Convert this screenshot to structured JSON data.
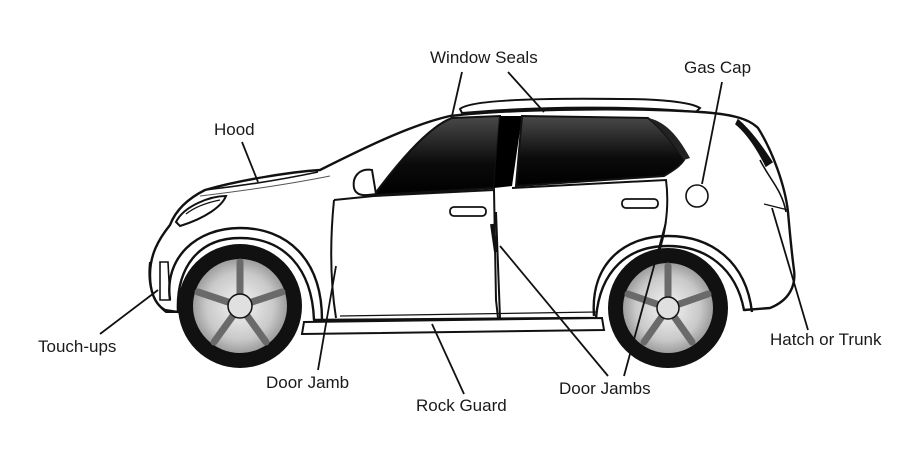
{
  "diagram": {
    "labels": {
      "window_seals": "Window Seals",
      "gas_cap": "Gas Cap",
      "hood": "Hood",
      "touch_ups": "Touch-ups",
      "hatch_or_trunk": "Hatch or Trunk",
      "door_jamb": "Door Jamb",
      "door_jambs": "Door Jambs",
      "rock_guard": "Rock Guard"
    }
  }
}
